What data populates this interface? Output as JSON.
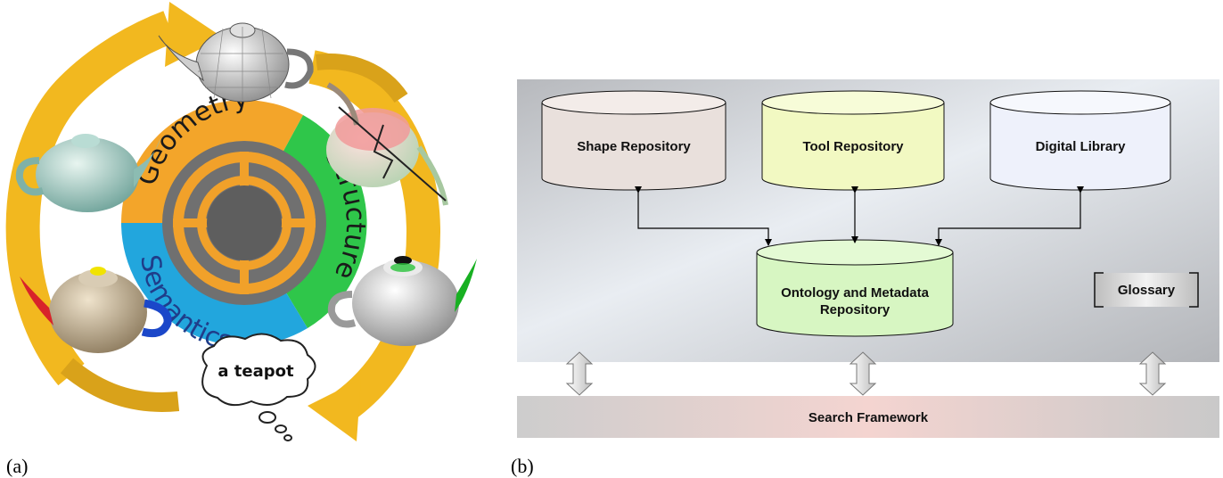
{
  "panel_a": {
    "caption": "(a)",
    "wheel_labels": {
      "geometry": "Geometry",
      "structure": "Structure",
      "semantics": "Semantics"
    },
    "thought_bubble": "a teapot",
    "colors": {
      "arrow": "#f2b81f",
      "geometry": "#f3a52a",
      "structure": "#2fc64a",
      "semantics": "#22a6dd",
      "hub": "#707070",
      "hub_ring": "#f1a12a"
    }
  },
  "panel_b": {
    "caption": "(b)",
    "repositories": {
      "shape": "Shape Repository",
      "tool": "Tool Repository",
      "library": "Digital Library",
      "ontology_line1": "Ontology and Metadata",
      "ontology_line2": "Repository"
    },
    "glossary": "Glossary",
    "search": "Search Framework",
    "colors": {
      "shape": "#e9e0dc",
      "tool": "#f2f9c2",
      "library": "#eef1fb",
      "ontology": "#d7f6c2",
      "search": "#f0c9c6"
    }
  }
}
